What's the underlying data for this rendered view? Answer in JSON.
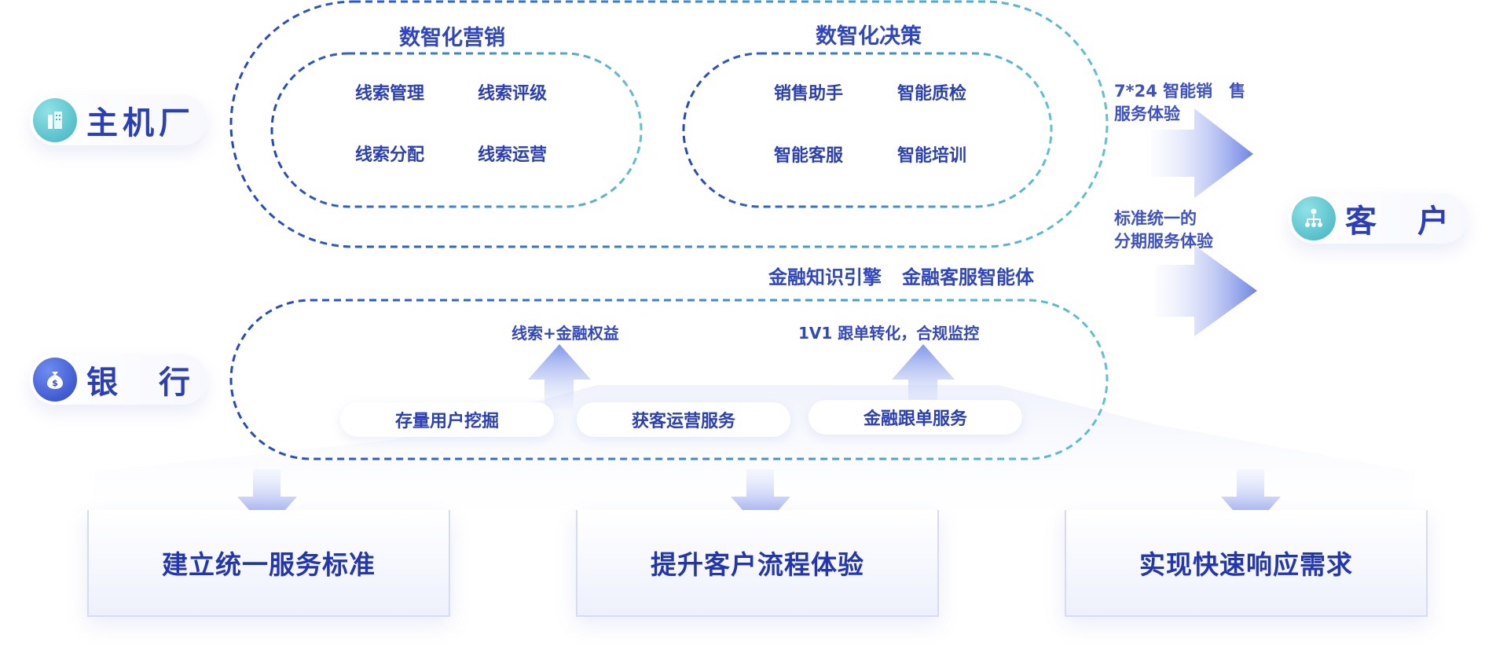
{
  "actors": {
    "oem": {
      "label": "主机厂",
      "icon": "building-icon"
    },
    "bank": {
      "label": "银　行",
      "icon": "money-bag-icon"
    },
    "customer": {
      "label": "客　户",
      "icon": "org-chart-icon"
    }
  },
  "marketing": {
    "title": "数智化营销",
    "items": [
      "线索管理",
      "线索评级",
      "线索分配",
      "线索运营"
    ]
  },
  "decision": {
    "title": "数智化决策",
    "items": [
      "销售助手",
      "智能质检",
      "智能客服",
      "智能培训"
    ]
  },
  "customer_notes": {
    "top": [
      "7*24 智能销　售",
      "服务体验"
    ],
    "bottom": [
      "标准统一的",
      "分期服务体验"
    ]
  },
  "engines": [
    "金融知识引擎",
    "金融客服智能体"
  ],
  "bank_flow": {
    "up_labels": [
      "线索+金融权益",
      "1V1 跟单转化，合规监控"
    ],
    "services": [
      "存量用户挖掘",
      "获客运营服务",
      "金融跟单服务"
    ]
  },
  "outcomes": [
    "建立统一服务标准",
    "提升客户流程体验",
    "实现快速响应需求"
  ],
  "colors": {
    "primary": "#2a3fb8",
    "dash_blue": "#2447c9",
    "dash_teal": "#5cc3cf",
    "arrow": "#7f92e6"
  }
}
